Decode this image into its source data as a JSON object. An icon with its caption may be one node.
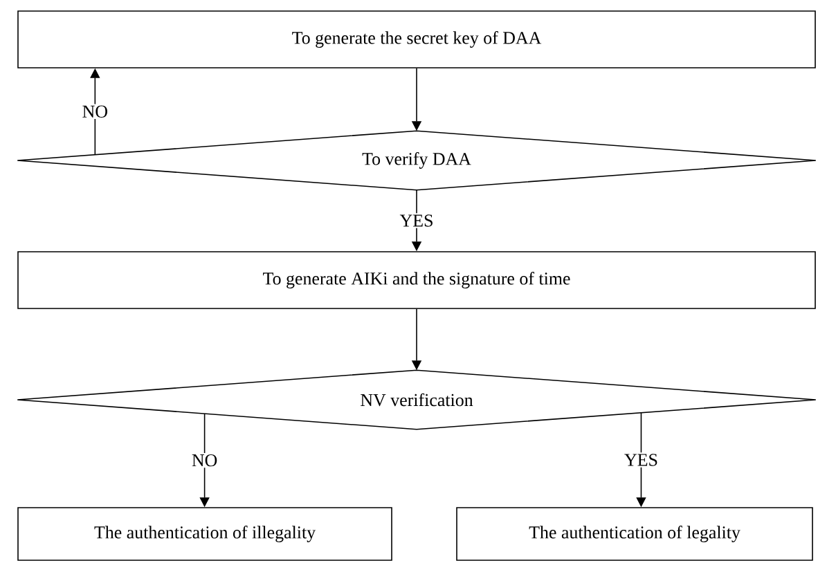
{
  "diagram": {
    "nodes": [
      {
        "text": [
          "To generate the secret key of DAA"
        ]
      },
      {
        "text": [
          "To verify DAA"
        ]
      },
      {
        "text": [
          "To generate AIKi and the signature of time"
        ]
      },
      {
        "text": [
          "NV verification"
        ]
      },
      {
        "text": [
          "The authentication of  illegality"
        ]
      },
      {
        "text": [
          "The authentication of  legality"
        ]
      }
    ],
    "edges": [
      {
        "from": 0,
        "to": 1,
        "arrow": "to"
      },
      {
        "from": 1,
        "to": 0,
        "arrow": "to",
        "label": "NO"
      },
      {
        "from": 1,
        "to": 2,
        "arrow": "to",
        "label": "YES"
      },
      {
        "from": 2,
        "to": 3,
        "arrow": "to"
      },
      {
        "from": 3,
        "to": 4,
        "arrow": "to",
        "label": "NO"
      },
      {
        "from": 3,
        "to": 5,
        "arrow": "to",
        "label": "YES"
      }
    ]
  }
}
